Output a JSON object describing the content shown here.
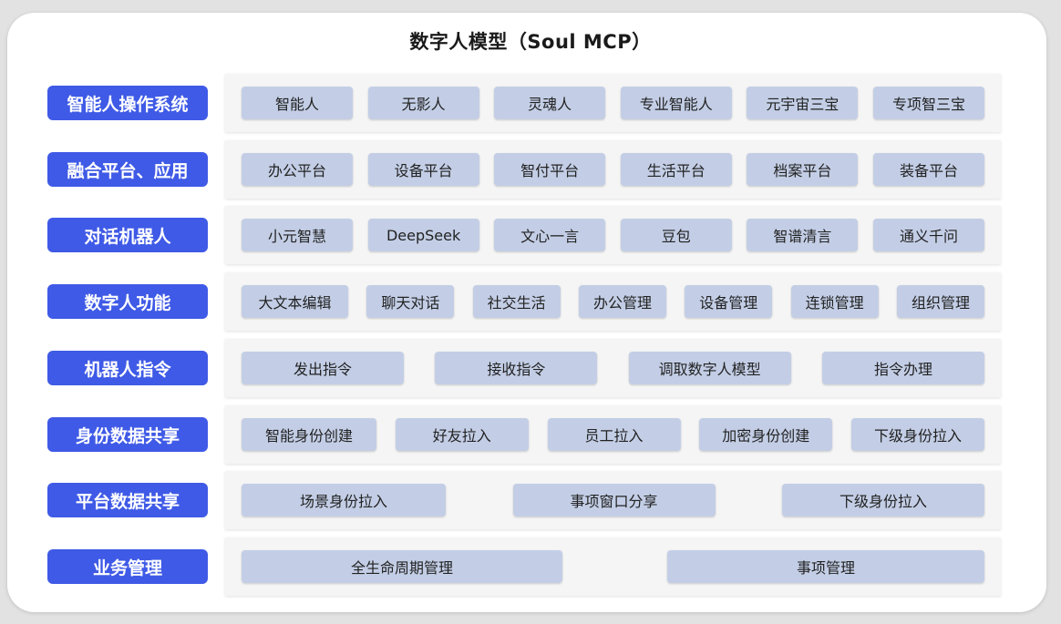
{
  "title": "数字人模型（Soul MCP）",
  "rows": [
    {
      "label": "智能人操作系统",
      "items": [
        "智能人",
        "无影人",
        "灵魂人",
        "专业智能人",
        "元宇宙三宝",
        "专项智三宝"
      ]
    },
    {
      "label": "融合平台、应用",
      "items": [
        "办公平台",
        "设备平台",
        "智付平台",
        "生活平台",
        "档案平台",
        "装备平台"
      ]
    },
    {
      "label": "对话机器人",
      "items": [
        "小元智慧",
        "DeepSeek",
        "文心一言",
        "豆包",
        "智谱清言",
        "通义千问"
      ]
    },
    {
      "label": "数字人功能",
      "items": [
        "大文本编辑",
        "聊天对话",
        "社交生活",
        "办公管理",
        "设备管理",
        "连锁管理",
        "组织管理"
      ]
    },
    {
      "label": "机器人指令",
      "items": [
        "发出指令",
        "接收指令",
        "调取数字人模型",
        "指令办理"
      ]
    },
    {
      "label": "身份数据共享",
      "items": [
        "智能身份创建",
        "好友拉入",
        "员工拉入",
        "加密身份创建",
        "下级身份拉入"
      ]
    },
    {
      "label": "平台数据共享",
      "items": [
        "场景身份拉入",
        "事项窗口分享",
        "下级身份拉入"
      ]
    },
    {
      "label": "业务管理",
      "items": [
        "全生命周期管理",
        "事项管理"
      ]
    }
  ],
  "colors": {
    "label_bg": "#3f5ae6",
    "item_bg": "#c3cee6",
    "panel_bg": "#f5f5f5"
  }
}
